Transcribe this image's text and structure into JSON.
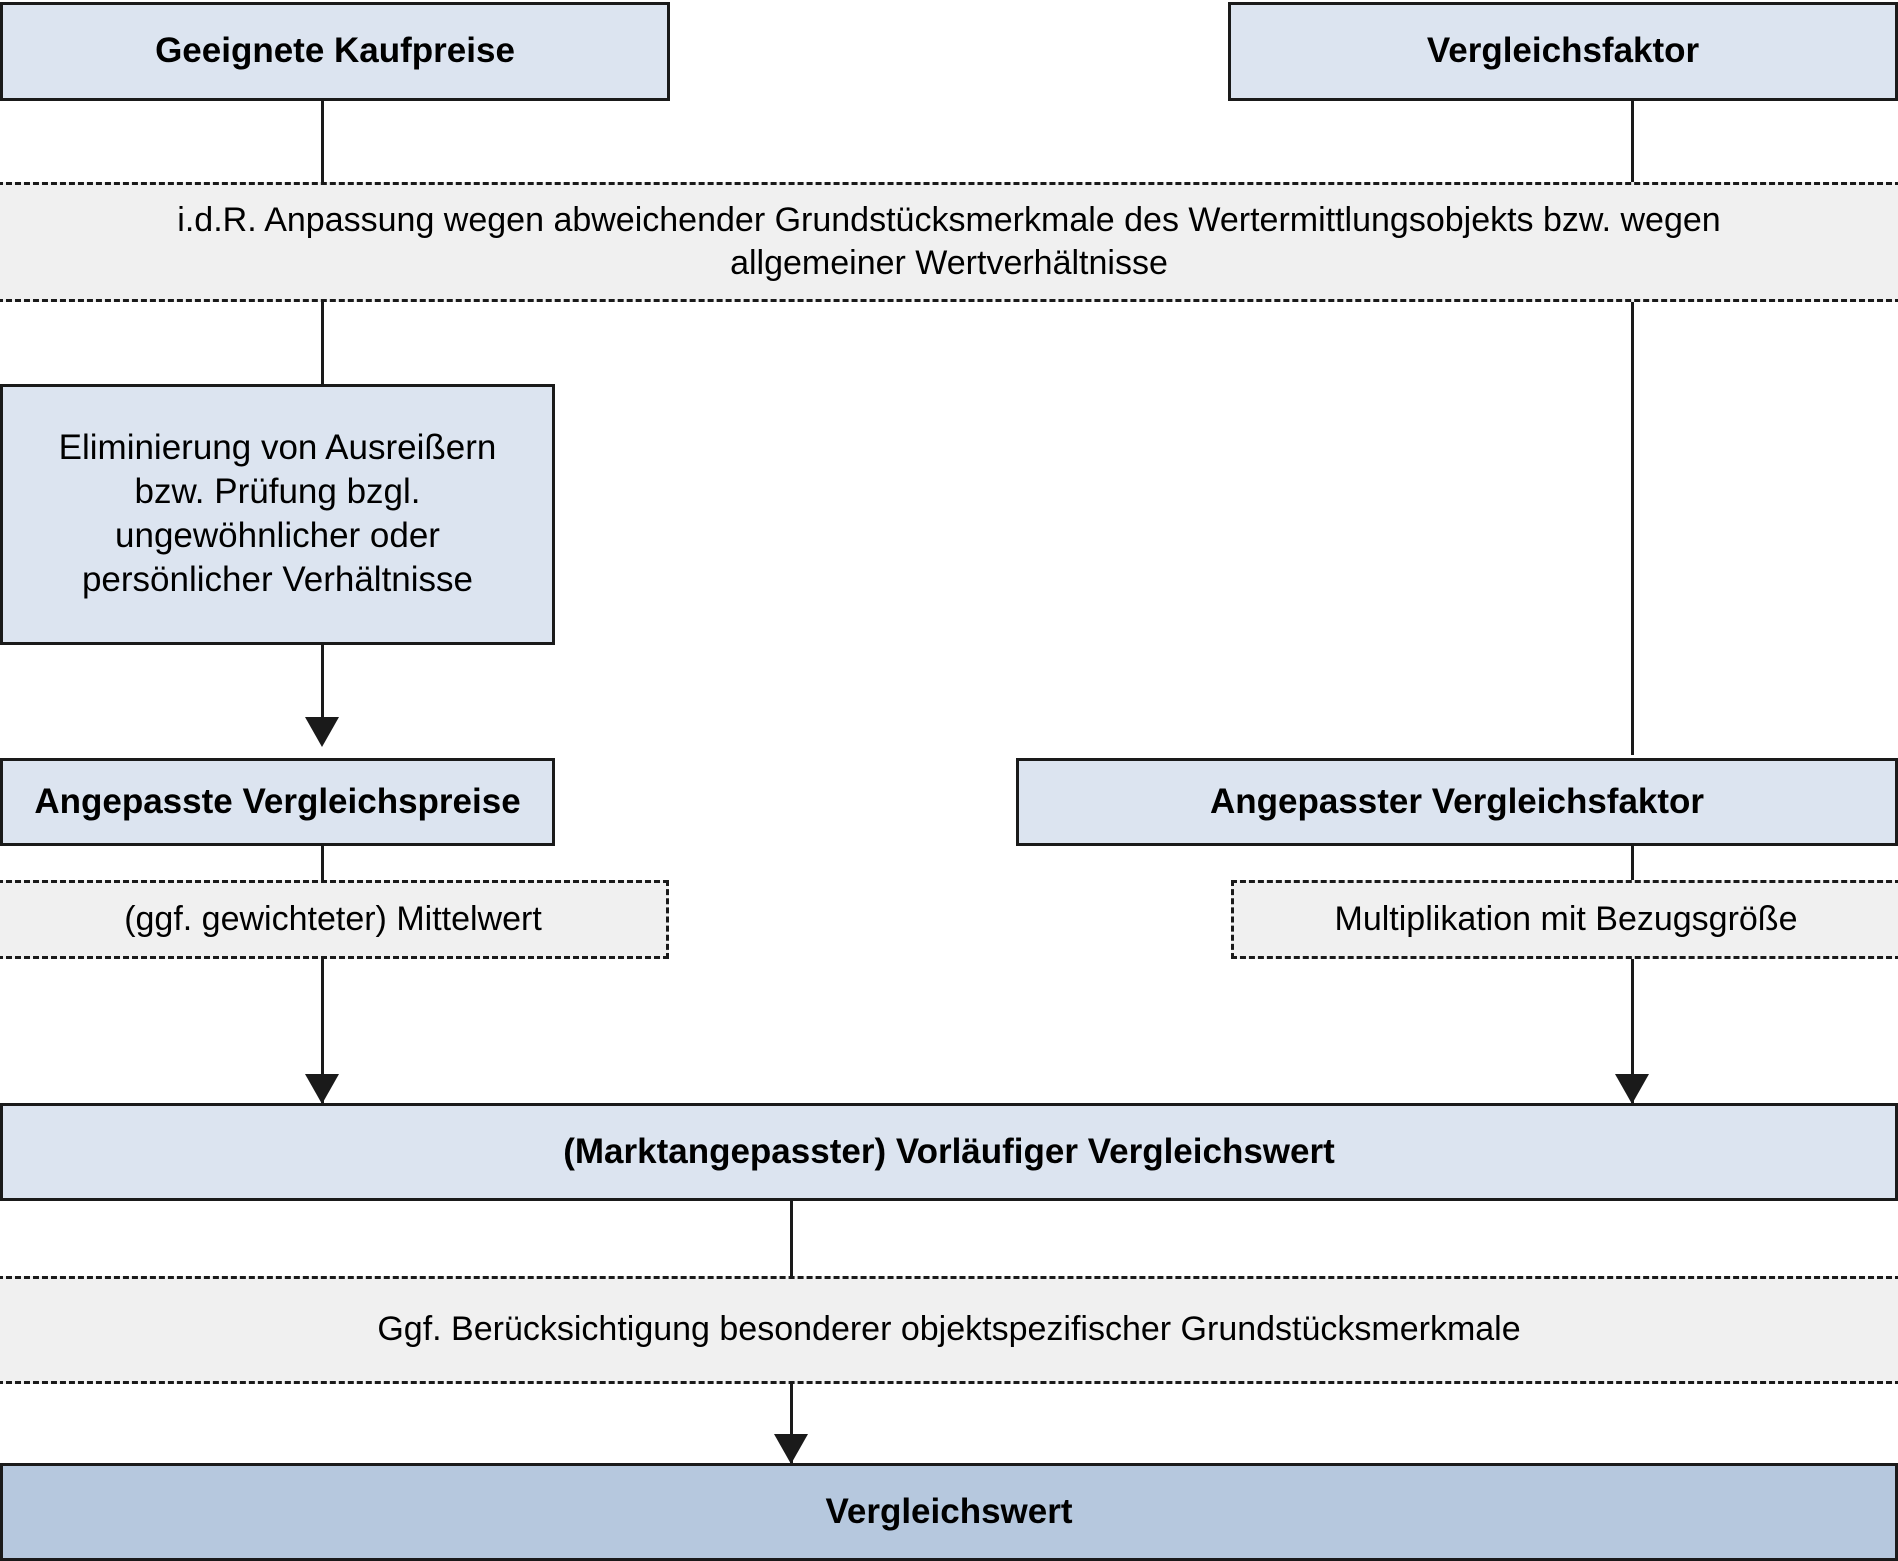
{
  "diagram": {
    "title": "Vergleichswertverfahren Ablaufschema",
    "colors": {
      "box_fill": "#dce4f0",
      "final_box_fill": "#b6c8de",
      "dashed_fill": "#f0f0f0",
      "stroke": "#1a1a1a"
    },
    "nodes": {
      "geeignete_kaufpreise": "Geeignete Kaufpreise",
      "vergleichsfaktor": "Vergleichsfaktor",
      "anpassung_note": "i.d.R. Anpassung wegen abweichender Grundstücksmerkmale des Wertermittlungsobjekts bzw. wegen allgemeiner Wertverhältnisse",
      "eliminierung": "Eliminierung von Ausreißern bzw. Prüfung bzgl. ungewöhnlicher oder persönlicher Verhältnisse",
      "angepasste_vergleichspreise": "Angepasste Vergleichspreise",
      "angepasster_vergleichsfaktor": "Angepasster Vergleichsfaktor",
      "mittelwert_note": "(ggf. gewichteter) Mittelwert",
      "multiplikation_note": "Multiplikation mit Bezugsgröße",
      "vorlaeufiger_vergleichswert": "(Marktangepasster) Vorläufiger Vergleichswert",
      "besondere_merkmale_note": "Ggf. Berücksichtigung besonderer objektspezifischer Grundstücksmerkmale",
      "vergleichswert": "Vergleichswert"
    }
  }
}
